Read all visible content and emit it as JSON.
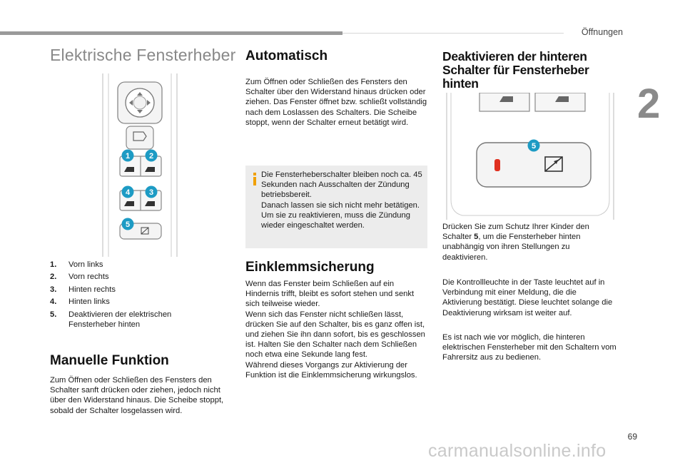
{
  "header": {
    "chapter": "Öffnungen",
    "chapter_number": "2"
  },
  "page_number": "69",
  "watermark": "carmanualsonline.info",
  "title": "Elektrische Fensterheber",
  "figure1": {
    "callouts": [
      "1",
      "2",
      "4",
      "3",
      "5"
    ]
  },
  "legend": [
    {
      "num": "1.",
      "text": "Vorn links"
    },
    {
      "num": "2.",
      "text": "Vorn rechts"
    },
    {
      "num": "3.",
      "text": "Hinten rechts"
    },
    {
      "num": "4.",
      "text": "Hinten links"
    },
    {
      "num": "5.",
      "text": "Deaktivieren der elektrischen Fensterheber hinten"
    }
  ],
  "manual": {
    "heading": "Manuelle Funktion",
    "text": "Zum Öffnen oder Schließen des Fensters den Schalter sanft drücken oder ziehen, jedoch nicht über den Widerstand hinaus. Die Scheibe stoppt, sobald der Schalter losgelassen wird."
  },
  "automatic": {
    "heading": "Automatisch",
    "text": "Zum Öffnen oder Schließen des Fensters den Schalter über den Widerstand hinaus drücken oder ziehen. Das Fenster öffnet bzw. schließt vollständig nach dem Loslassen des Schalters. Die Scheibe stoppt, wenn der Schalter erneut betätigt wird."
  },
  "info": {
    "text_1": "Die Fensterheberschalter bleiben noch ca. 45 Sekunden nach Ausschalten der Zündung betriebsbereit.",
    "text_2": "Danach lassen sie sich nicht mehr betätigen. Um sie zu reaktivieren, muss die Zündung wieder eingeschaltet werden."
  },
  "anti_pinch": {
    "heading": "Einklemmsicherung",
    "text_1": "Wenn das Fenster beim Schließen auf ein Hindernis trifft, bleibt es sofort stehen und senkt sich teilweise wieder.",
    "text_2": "Wenn sich das Fenster nicht schließen lässt, drücken Sie auf den Schalter, bis es ganz offen ist, und ziehen Sie ihn dann sofort, bis es geschlossen ist. Halten Sie den Schalter nach dem Schließen noch etwa eine Sekunde lang fest.",
    "text_3": "Während dieses Vorgangs zur Aktivierung der Funktion ist die Einklemmsicherung wirkungslos."
  },
  "deactivate": {
    "heading_1": "Deaktivieren der hinteren",
    "heading_2": "Schalter für Fensterheber hinten",
    "callout": "5",
    "p1_a": "Drücken Sie zum Schutz Ihrer Kinder den Schalter ",
    "p1_b": "5",
    "p1_c": ", um die Fensterheber hinten unabhängig von ihren Stellungen zu deaktivieren.",
    "p2": "Die Kontrollleuchte in der Taste leuchtet auf in Verbindung mit einer Meldung, die die Aktivierung bestätigt. Diese leuchtet solange die Deaktivierung wirksam ist weiter auf.",
    "p3": "Es ist nach wie vor möglich, die hinteren elektrischen Fensterheber mit den Schaltern vom Fahrersitz aus zu bedienen."
  },
  "colors": {
    "callout": "#1d9bc4",
    "accent_info": "#f0a000",
    "indicator": "#e03020"
  }
}
